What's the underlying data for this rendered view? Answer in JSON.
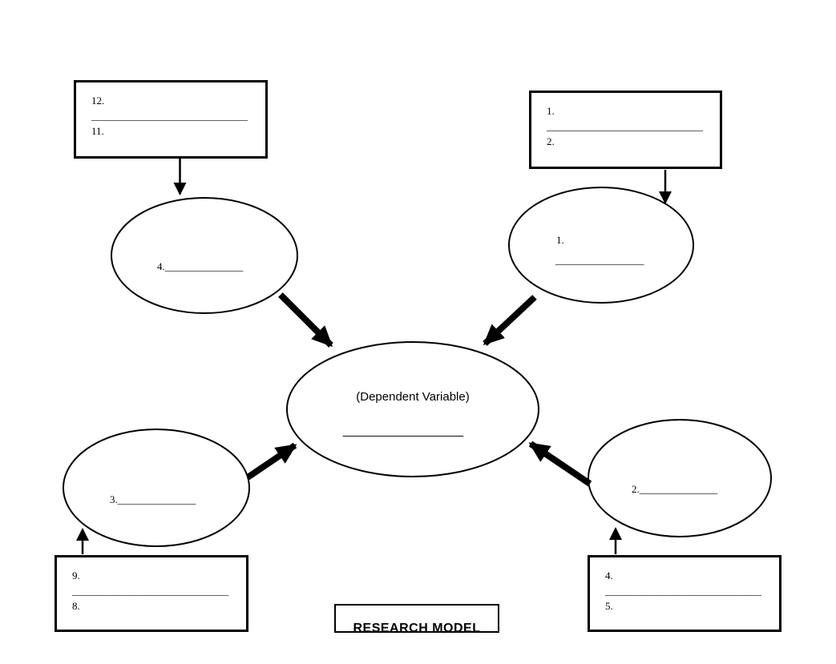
{
  "page": {
    "background_color": "#ffffff",
    "ink_color": "#000000"
  },
  "title": {
    "label": "RESEARCH MODEL"
  },
  "boxes": {
    "top_left": {
      "row1": "12.",
      "blank": "______________________________",
      "row2": "11."
    },
    "top_right": {
      "row1": "1.",
      "blank": "______________________________",
      "row2": "2."
    },
    "bottom_left": {
      "row1": "9.",
      "blank": "______________________________",
      "row2": "8."
    },
    "bottom_right": {
      "row1": "4.",
      "blank": "______________________________",
      "row2": "5."
    }
  },
  "ellipses": {
    "top_left": {
      "label": "4._______________"
    },
    "top_right": {
      "label": "1.",
      "blank": "_________________"
    },
    "center": {
      "label": "(Dependent Variable)",
      "blank": "__________________"
    },
    "bottom_left": {
      "label": "3._______________"
    },
    "bottom_right": {
      "label": "2._______________"
    }
  }
}
